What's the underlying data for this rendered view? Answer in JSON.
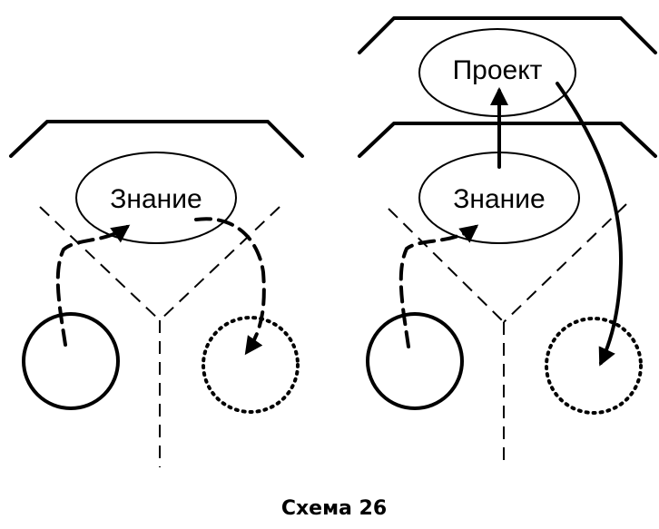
{
  "left_diagram": {
    "ellipse_label": "Знание"
  },
  "right_diagram": {
    "top_ellipse_label": "Проект",
    "bottom_ellipse_label": "Знание"
  },
  "caption": "Схема 26",
  "colors": {
    "ink": "#000000",
    "background": "#ffffff"
  }
}
